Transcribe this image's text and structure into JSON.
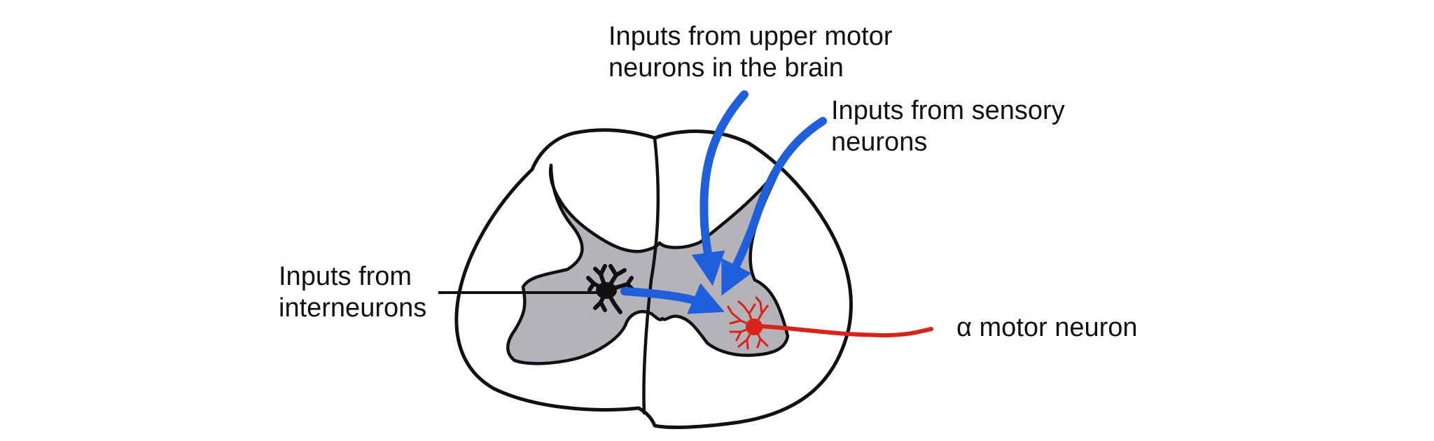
{
  "labels": {
    "upper_motor": {
      "line1": "Inputs from upper motor",
      "line2": "neurons in the brain"
    },
    "sensory": {
      "line1": "Inputs from sensory",
      "line2": "neurons"
    },
    "interneurons": {
      "line1": "Inputs from",
      "line2": "interneurons"
    },
    "motor_neuron": "α motor neuron"
  },
  "colors": {
    "outline": "#111111",
    "white_matter": "#ffffff",
    "gray_matter": "#b5b2b8",
    "input_arrows": "#1f5fdc",
    "motor_neuron": "#d8231b",
    "interneuron": "#111111"
  }
}
